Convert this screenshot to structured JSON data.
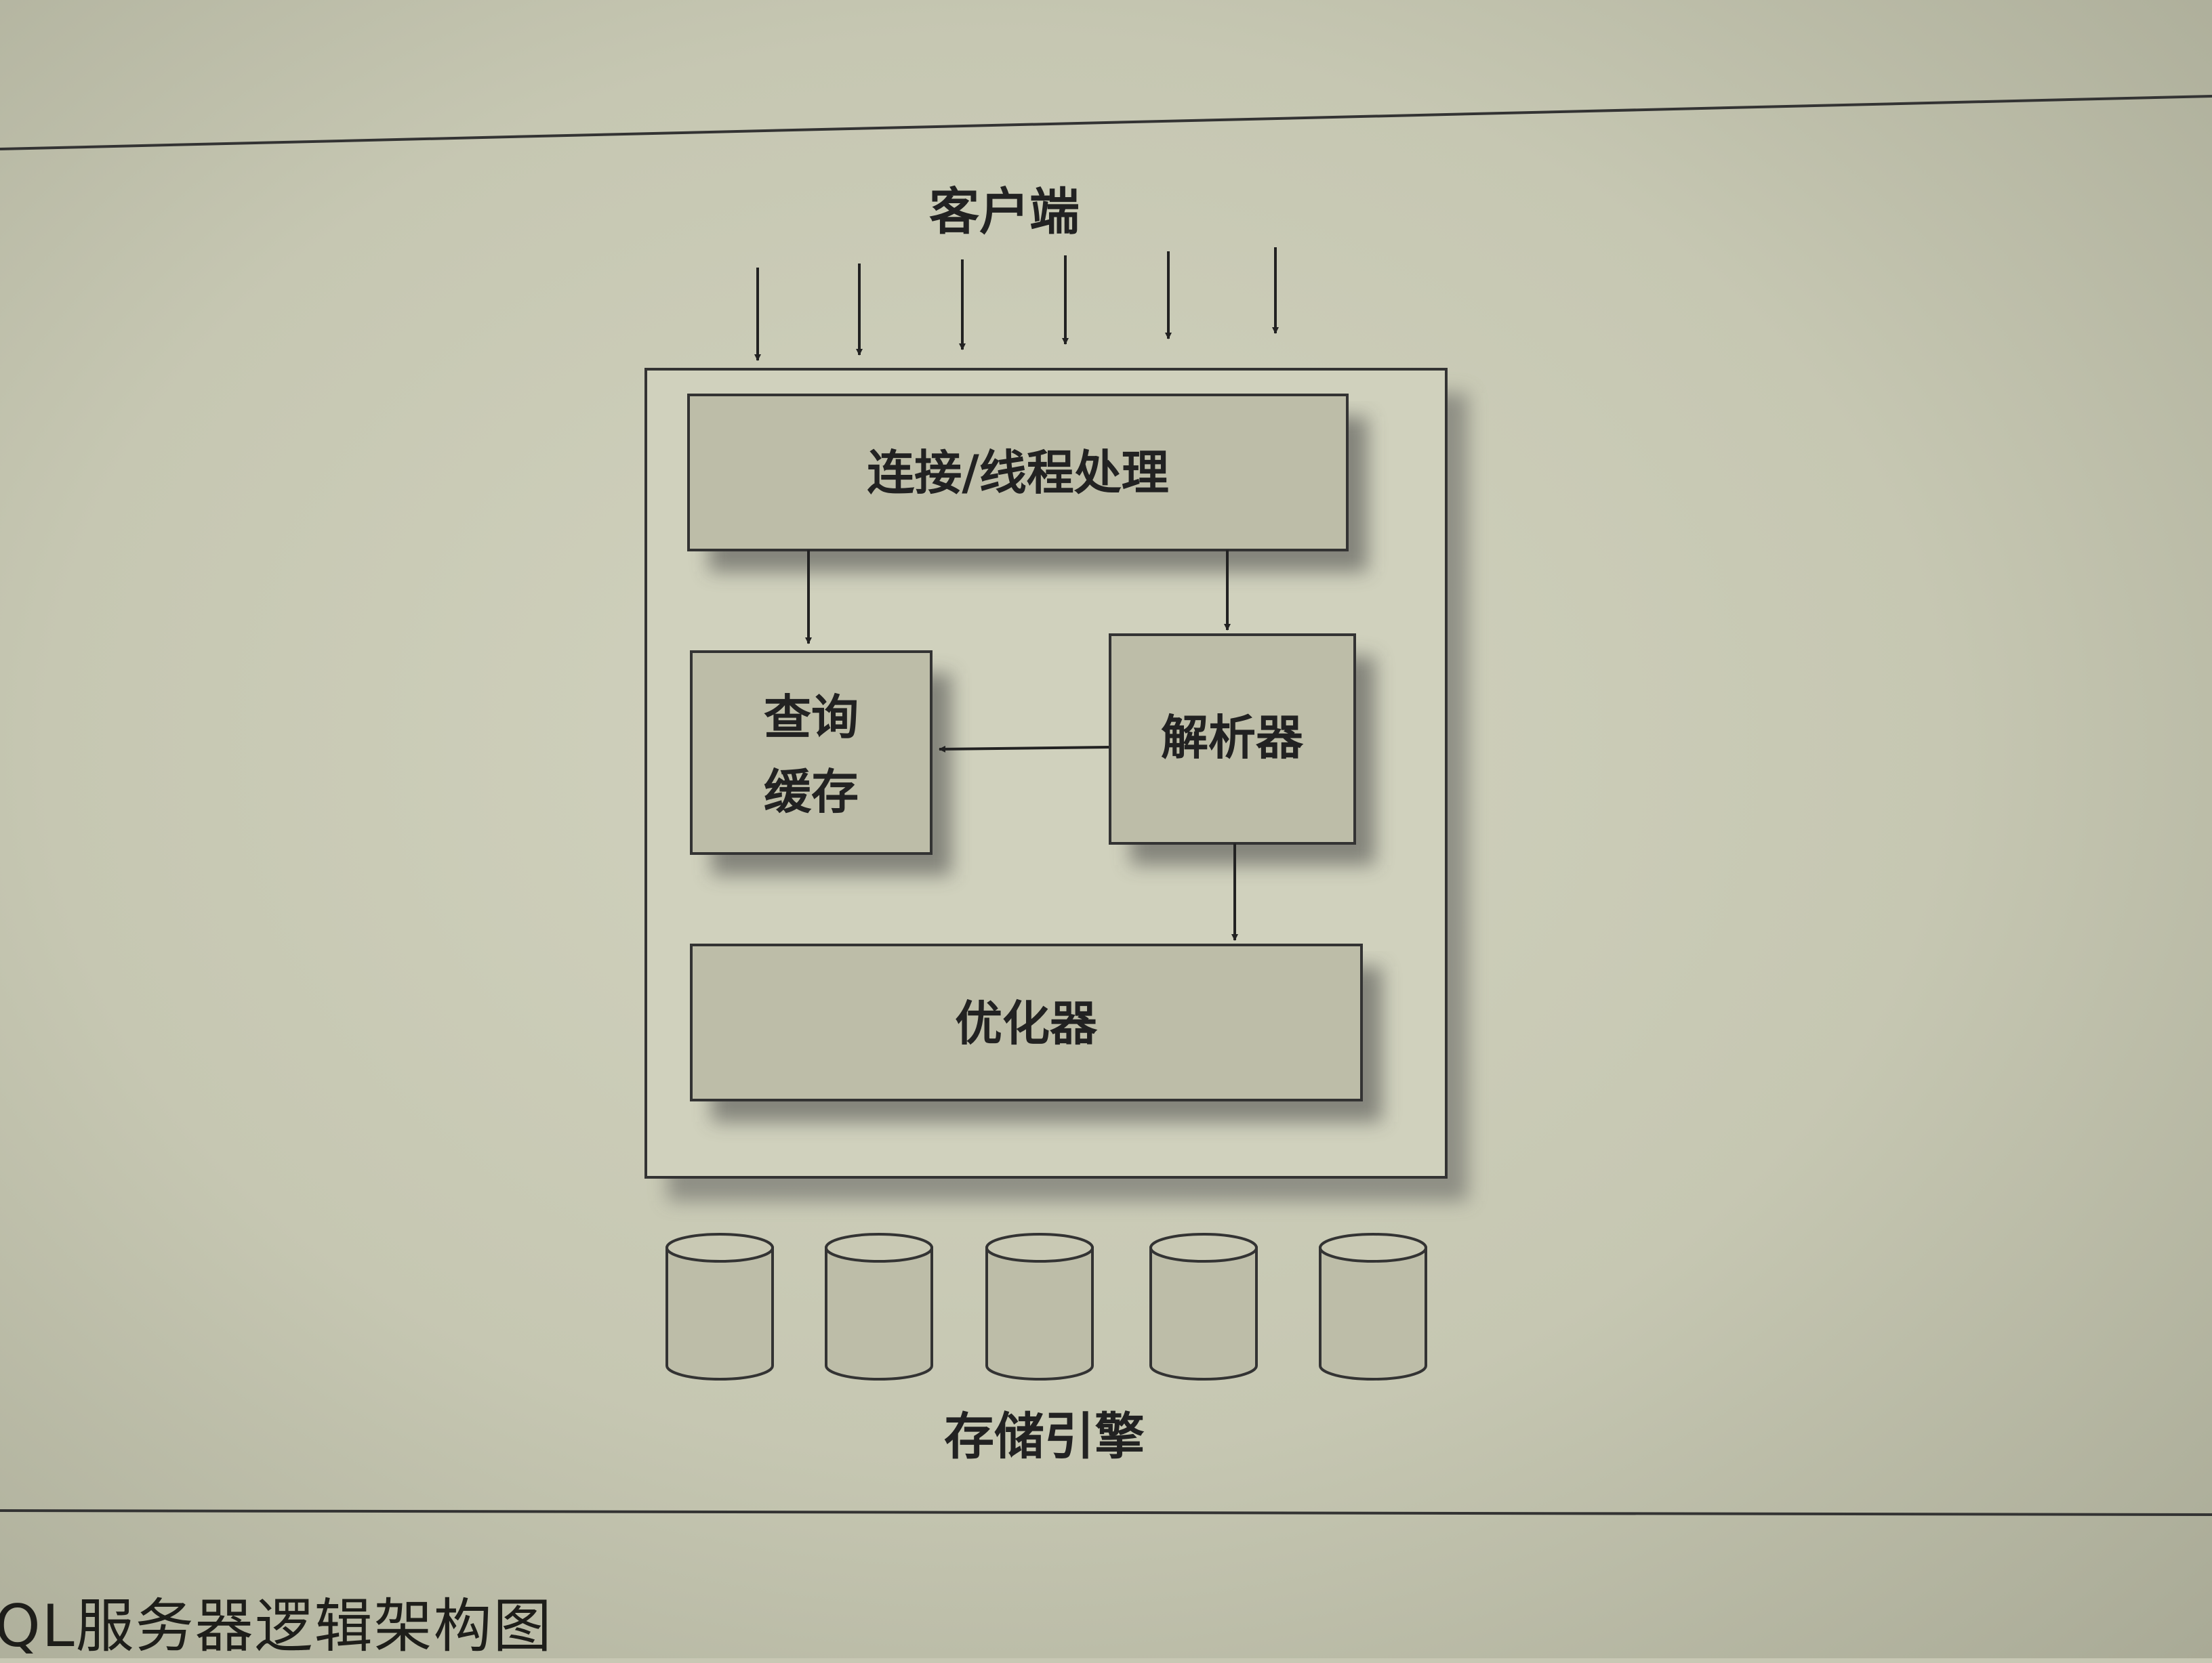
{
  "diagram": {
    "client_label": "客户端",
    "components": {
      "connection": "连接/线程处理",
      "query_cache_line1": "查询",
      "query_cache_line2": "缓存",
      "parser": "解析器",
      "optimizer": "优化器"
    },
    "storage_label": "存储引擎",
    "client_arrow_count": 6,
    "storage_engine_count": 5
  },
  "caption": "QL服务器逻辑架构图",
  "colors": {
    "page": "#c8c8b4",
    "box": "#bdbda8",
    "ink": "#222222"
  }
}
